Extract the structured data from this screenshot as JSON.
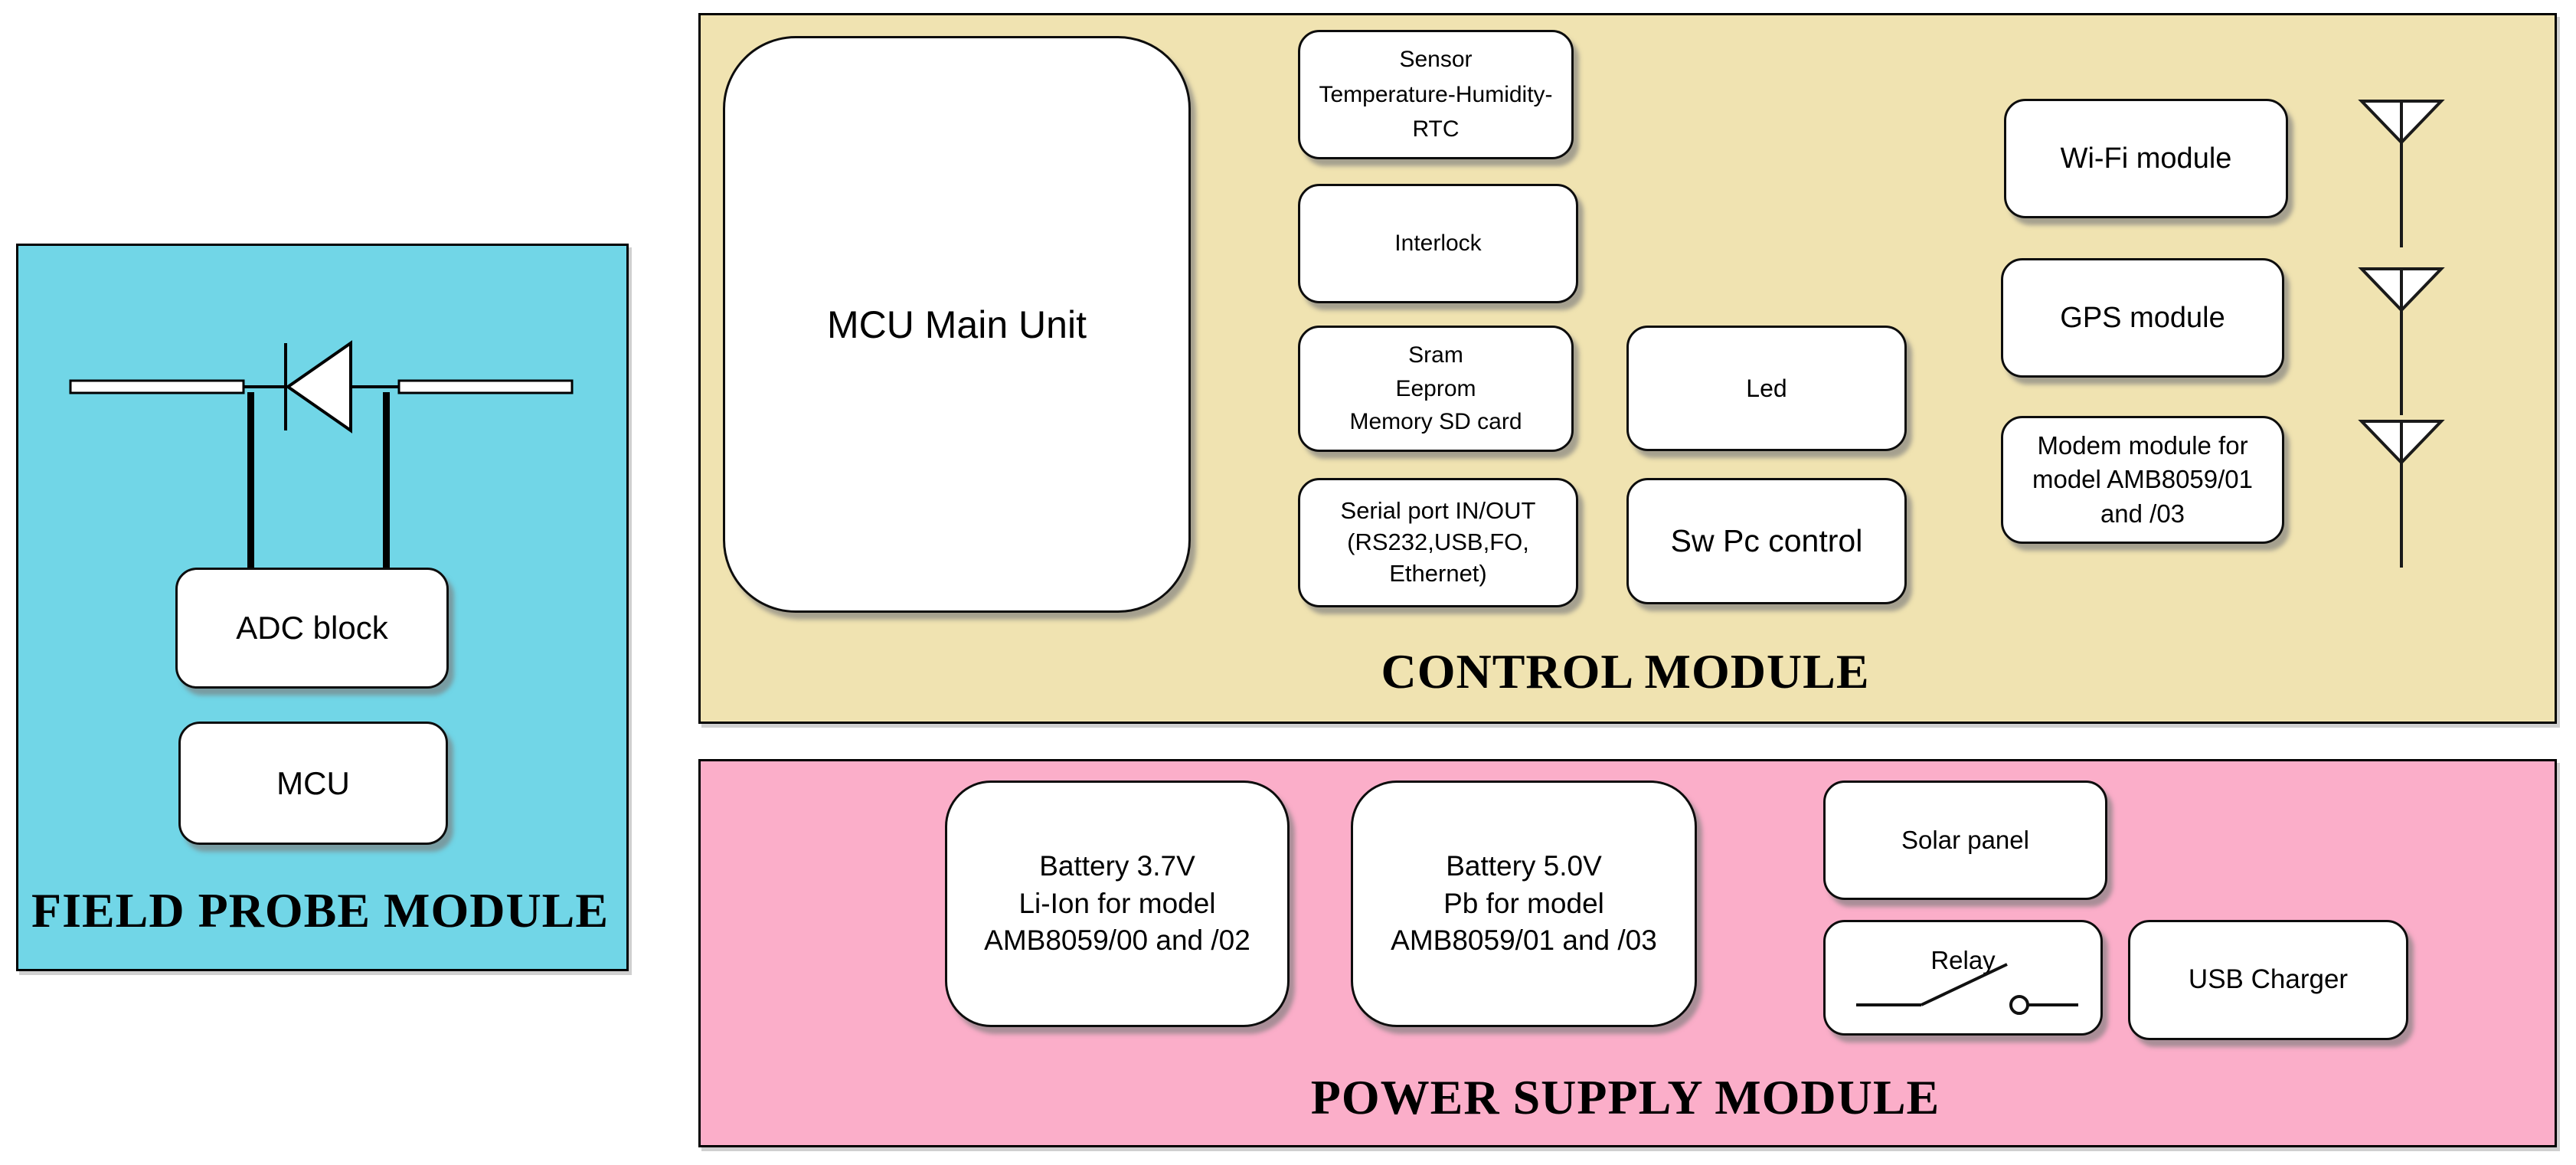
{
  "colors": {
    "field_probe_bg": "#71d6e7",
    "control_bg": "#f0e3b1",
    "power_bg": "#fbaec9",
    "node_bg": "#ffffff",
    "border": "#000000",
    "text": "#000000"
  },
  "field_probe_module": {
    "title": "FIELD PROBE MODULE",
    "adc_label": "ADC block",
    "mcu_label": "MCU"
  },
  "control_module": {
    "title": "CONTROL MODULE",
    "mcu_main_label": "MCU Main Unit",
    "sensor_lines": [
      "Sensor",
      "Temperature-Humidity-",
      "RTC"
    ],
    "interlock_label": "Interlock",
    "sram_lines": [
      "Sram",
      "Eeprom",
      "Memory SD card"
    ],
    "serial_lines": [
      "Serial port IN/OUT",
      "(RS232,USB,FO,",
      "Ethernet)"
    ],
    "led_label": "Led",
    "sw_pc_label": "Sw Pc control",
    "wifi_label": "Wi-Fi module",
    "gps_label": "GPS module",
    "modem_lines": [
      "Modem module for",
      "model AMB8059/01",
      "and /03"
    ]
  },
  "power_supply_module": {
    "title": "POWER SUPPLY MODULE",
    "battery_li_lines": [
      "Battery 3.7V",
      "Li-Ion for model",
      "AMB8059/00 and /02"
    ],
    "battery_pb_lines": [
      "Battery 5.0V",
      "Pb for model",
      "AMB8059/01 and /03"
    ],
    "solar_label": "Solar panel",
    "relay_label": "Relay",
    "usb_label": "USB Charger"
  }
}
